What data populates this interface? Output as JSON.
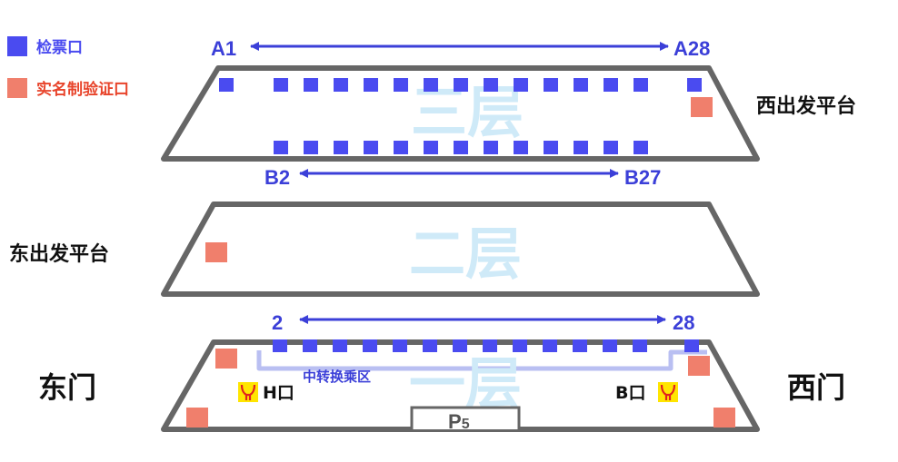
{
  "colors": {
    "ticket_gate": "#4a4bf0",
    "id_check": "#f07f6c",
    "arrow": "#3b3fd8",
    "floor_outline": "#666666",
    "floor_name": "#cfeaf8",
    "transfer_path": "#b9bff2",
    "metro_logo_bg": "#ffe500",
    "metro_logo_fg": "#e02020"
  },
  "legend": {
    "ticket_gate": "检票口",
    "id_check": "实名制验证口"
  },
  "floors": {
    "third": {
      "name": "三层",
      "top_left_label": "A1",
      "top_right_label": "A28",
      "bottom_left_label": "B2",
      "bottom_right_label": "B27",
      "side_label": "西出发平台"
    },
    "second": {
      "name": "二层",
      "side_label": "东出发平台"
    },
    "first": {
      "name": "一层",
      "left_label": "2",
      "right_label": "28",
      "transfer_zone": "中转换乘区",
      "exit_h": "H口",
      "exit_b": "B口",
      "parking": {
        "letter": "P",
        "number": "5"
      }
    }
  },
  "gates": {
    "east": "东门",
    "west": "西门"
  },
  "icons": {
    "metro": "metro-logo-icon",
    "arrow": "double-arrow-icon"
  }
}
